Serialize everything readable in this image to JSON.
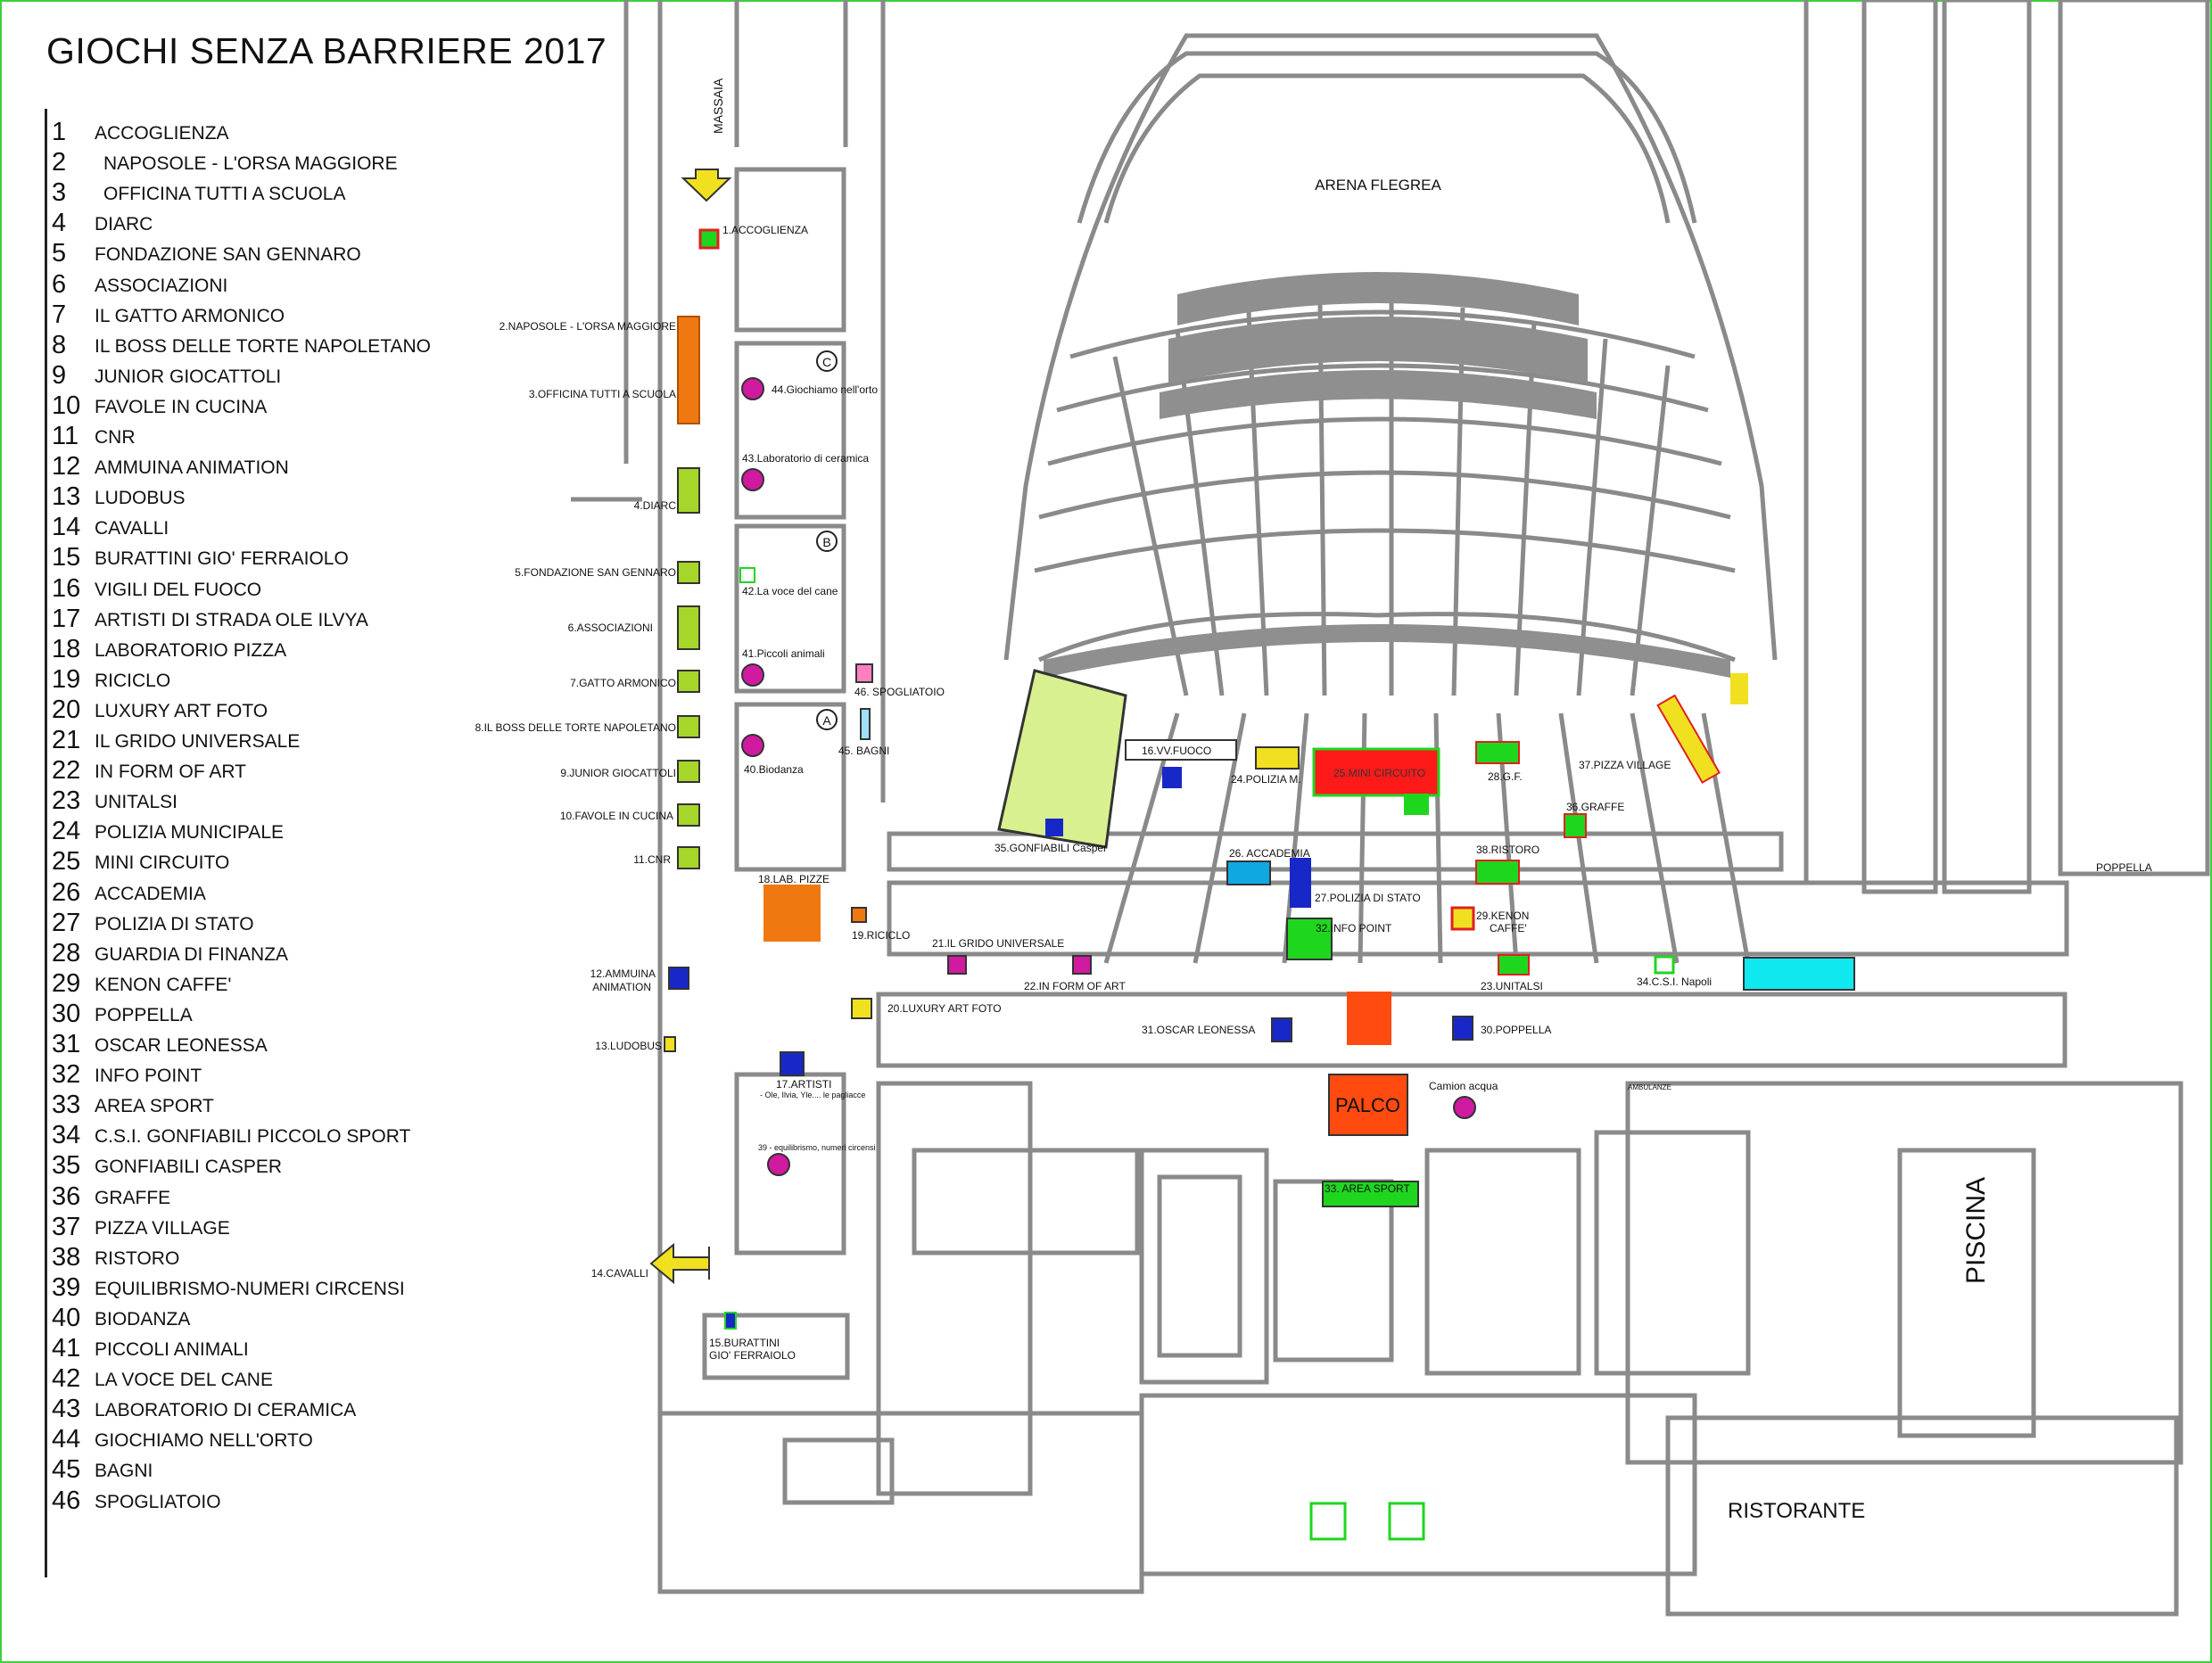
{
  "title": "GIOCHI SENZA BARRIERE 2017",
  "legend": [
    {
      "num": "1",
      "label": "ACCOGLIENZA"
    },
    {
      "num": "2",
      "label": "NAPOSOLE - L'ORSA MAGGIORE"
    },
    {
      "num": "3",
      "label": "OFFICINA TUTTI A SCUOLA"
    },
    {
      "num": "4",
      "label": "DIARC"
    },
    {
      "num": "5",
      "label": "FONDAZIONE SAN GENNARO"
    },
    {
      "num": "6",
      "label": "ASSOCIAZIONI"
    },
    {
      "num": "7",
      "label": "IL GATTO ARMONICO"
    },
    {
      "num": "8",
      "label": "IL BOSS DELLE TORTE NAPOLETANO"
    },
    {
      "num": "9",
      "label": "JUNIOR GIOCATTOLI"
    },
    {
      "num": "10",
      "label": "FAVOLE IN CUCINA"
    },
    {
      "num": "11",
      "label": "CNR"
    },
    {
      "num": "12",
      "label": "AMMUINA ANIMATION"
    },
    {
      "num": "13",
      "label": "LUDOBUS"
    },
    {
      "num": "14",
      "label": "CAVALLI"
    },
    {
      "num": "15",
      "label": "BURATTINI GIO' FERRAIOLO"
    },
    {
      "num": "16",
      "label": "VIGILI DEL FUOCO"
    },
    {
      "num": "17",
      "label": "ARTISTI DI STRADA OLE ILVYA"
    },
    {
      "num": "18",
      "label": "LABORATORIO PIZZA"
    },
    {
      "num": "19",
      "label": "RICICLO"
    },
    {
      "num": "20",
      "label": "LUXURY ART FOTO"
    },
    {
      "num": "21",
      "label": "IL GRIDO UNIVERSALE"
    },
    {
      "num": "22",
      "label": "IN FORM OF ART"
    },
    {
      "num": "23",
      "label": "UNITALSI"
    },
    {
      "num": "24",
      "label": "POLIZIA MUNICIPALE"
    },
    {
      "num": "25",
      "label": "MINI CIRCUITO"
    },
    {
      "num": "26",
      "label": "ACCADEMIA"
    },
    {
      "num": "27",
      "label": "POLIZIA DI STATO"
    },
    {
      "num": "28",
      "label": "GUARDIA DI FINANZA"
    },
    {
      "num": "29",
      "label": "KENON CAFFE'"
    },
    {
      "num": "30",
      "label": "POPPELLA"
    },
    {
      "num": "31",
      "label": "OSCAR LEONESSA"
    },
    {
      "num": "32",
      "label": "INFO POINT"
    },
    {
      "num": "33",
      "label": "AREA SPORT"
    },
    {
      "num": "34",
      "label": "C.S.I. GONFIABILI PICCOLO SPORT"
    },
    {
      "num": "35",
      "label": "GONFIABILI CASPER"
    },
    {
      "num": "36",
      "label": "GRAFFE"
    },
    {
      "num": "37",
      "label": "PIZZA VILLAGE"
    },
    {
      "num": "38",
      "label": "RISTORO"
    },
    {
      "num": "39",
      "label": "EQUILIBRISMO-NUMERI CIRCENSI"
    },
    {
      "num": "40",
      "label": "BIODANZA"
    },
    {
      "num": "41",
      "label": "PICCOLI ANIMALI"
    },
    {
      "num": "42",
      "label": "LA VOCE DEL CANE"
    },
    {
      "num": "43",
      "label": "LABORATORIO DI CERAMICA"
    },
    {
      "num": "44",
      "label": "GIOCHIAMO NELL'ORTO"
    },
    {
      "num": "45",
      "label": "BAGNI"
    },
    {
      "num": "46",
      "label": "SPOGLIATOIO"
    }
  ],
  "map": {
    "places": {
      "arena": "ARENA FLEGREA",
      "piscina": "PISCINA",
      "ristorante": "RISTORANTE",
      "palco": "PALCO",
      "massaia": "MASSAIA",
      "poppella_street": "POPPELLA",
      "camion": "Camion acqua",
      "ambulanze": "AMBULANZE"
    },
    "letters": {
      "a": "A",
      "b": "B",
      "c": "C"
    },
    "labels": {
      "l1": "1.ACCOGLIENZA",
      "l2": "2.NAPOSOLE - L'ORSA MAGGIORE",
      "l3": "3.OFFICINA TUTTI A SCUOLA",
      "l4": "4.DIARC",
      "l5": "5.FONDAZIONE SAN GENNARO",
      "l6": "6.ASSOCIAZIONI",
      "l7": "7.GATTO ARMONICO",
      "l8": "8.IL BOSS DELLE TORTE NAPOLETANO",
      "l9": "9.JUNIOR GIOCATTOLI",
      "l10": "10.FAVOLE IN CUCINA",
      "l11": "11.CNR",
      "l12a": "12.AMMUINA",
      "l12b": "ANIMATION",
      "l13": "13.LUDOBUS",
      "l14": "14.CAVALLI",
      "l15a": "15.BURATTINI",
      "l15b": "GIO' FERRAIOLO",
      "l16": "16.VV.FUOCO",
      "l17": "17.ARTISTI",
      "l17b": "- Ole, Ilvia, Yle.... le pagliacce",
      "l18": "18.LAB. PIZZE",
      "l19": "19.RICICLO",
      "l20": "20.LUXURY ART FOTO",
      "l21": "21.IL GRIDO UNIVERSALE",
      "l22": "22.IN FORM OF ART",
      "l23": "23.UNITALSI",
      "l24": "24.POLIZIA M.",
      "l25": "25.MINI CIRCUITO",
      "l26": "26. ACCADEMIA",
      "l27": "27.POLIZIA DI STATO",
      "l28": "28.G.F.",
      "l29a": "29.KENON",
      "l29b": "CAFFE'",
      "l30": "30.POPPELLA",
      "l31": "31.OSCAR LEONESSA",
      "l32": "32.INFO POINT",
      "l33": "33. AREA SPORT",
      "l34": "34.C.S.I. Napoli",
      "l35": "35.GONFIABILI Casper",
      "l36": "36.GRAFFE",
      "l37": "37.PIZZA VILLAGE",
      "l38": "38.RISTORO",
      "l39": "39 - equilibrismo, numeri circensi",
      "l40": "40.Biodanza",
      "l41": "41.Piccoli animali",
      "l42": "42.La voce del cane",
      "l43": "43.Laboratorio di ceramica",
      "l44": "44.Giochiamo nell'orto",
      "l45": "45. BAGNI",
      "l46": "46. SPOGLIATOIO"
    }
  },
  "colors": {
    "building": "#8a8a8a",
    "seating": "#8f8f8f",
    "red": "#ff1a1a",
    "green": "#1fd61f",
    "lime": "#a6d62a",
    "orange": "#f07810",
    "blue": "#1828c8",
    "magenta": "#d01aa0",
    "yellow": "#f0e020",
    "cyan": "#10e8f0",
    "lightgreen": "#d8f090",
    "frame": "#3ecf3e"
  }
}
